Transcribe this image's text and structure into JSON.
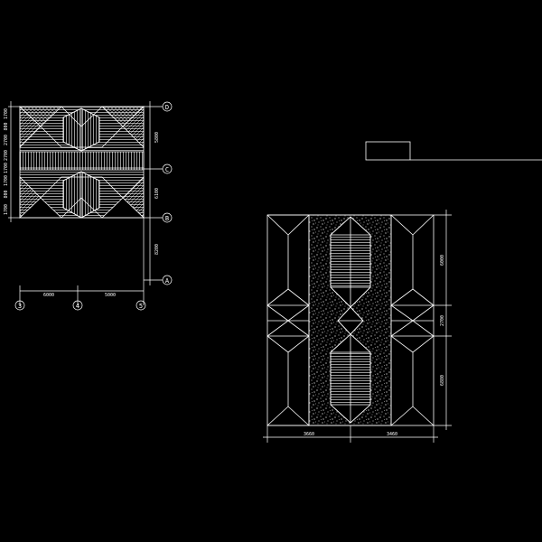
{
  "colors": {
    "background": "#000000",
    "line": "#ffffff"
  },
  "left_plan": {
    "grid_markers_right": [
      "D",
      "C",
      "B",
      "A"
    ],
    "grid_markers_bottom": [
      "3",
      "4",
      "5"
    ],
    "dims_right": [
      "5800",
      "6100",
      "8200"
    ],
    "dims_left_top": [
      "1700",
      "800",
      "2700"
    ],
    "dims_left_mid": [
      "2700",
      "1700"
    ],
    "dims_left_bottom": [
      "1700",
      "800",
      "1700"
    ],
    "dims_bottom": [
      "6000",
      "5000"
    ]
  },
  "right_plan": {
    "dims_right": [
      "6000",
      "2700",
      "6880"
    ],
    "dims_bottom": [
      "3660",
      "3460"
    ]
  }
}
